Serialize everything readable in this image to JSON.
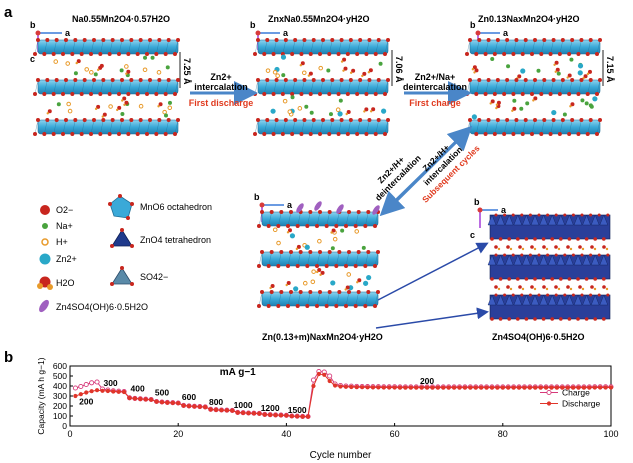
{
  "panel_a": {
    "label": "a",
    "structures": {
      "s1": {
        "formula": "Na0.55Mn2O4·0.57H2O",
        "spacing": "7.25 Å"
      },
      "s2": {
        "formula": "ZnxNa0.55Mn2O4·yH2O",
        "spacing": "7.06 Å"
      },
      "s3": {
        "formula": "Zn0.13NaxMn2O4·yH2O",
        "spacing": "7.15 Å"
      },
      "s4": {
        "formula": "Zn(0.13+m)NaxMn2O4·yH2O"
      },
      "s5": {
        "formula": "Zn4SO4(OH)6·0.5H2O"
      }
    },
    "axes": {
      "b": "b",
      "a": "a",
      "c": "c"
    },
    "arrows": {
      "first_discharge": {
        "line1": "Zn2+",
        "line2": "intercalation",
        "caption": "First discharge"
      },
      "first_charge": {
        "line1": "Zn2+/Na+",
        "line2": "deintercalation",
        "caption": "First charge"
      },
      "diag_deint": {
        "line1": "Zn2+/H+",
        "line2": "deintercalation"
      },
      "diag_int": {
        "line1": "Zn2+/H+",
        "line2": "intercalation",
        "caption": "Subsequent cycles"
      }
    },
    "legend": {
      "o2": "O2−",
      "na": "Na+",
      "h": "H+",
      "zn": "Zn2+",
      "h2o": "H2O",
      "zhs": "Zn4SO4(OH)6·0.5H2O",
      "mno6": "MnO6 octahedron",
      "zno4": "ZnO4 tetrahedron",
      "so4": "SO42−"
    }
  },
  "panel_b": {
    "label": "b",
    "chart_data": {
      "type": "line",
      "xlabel": "Cycle number",
      "ylabel": "Capacity (mA h g−1)",
      "xlim": [
        0,
        100
      ],
      "ylim": [
        0,
        600
      ],
      "xticks": [
        0,
        20,
        40,
        60,
        80,
        100
      ],
      "yticks": [
        0,
        100,
        200,
        300,
        400,
        500,
        600
      ],
      "unit_label": "mA g−1",
      "legend_position": "right",
      "rate_labels": [
        {
          "text": "200",
          "x": 3,
          "y": 215
        },
        {
          "text": "300",
          "x": 7.5,
          "y": 400
        },
        {
          "text": "400",
          "x": 12.5,
          "y": 345
        },
        {
          "text": "500",
          "x": 17,
          "y": 305
        },
        {
          "text": "600",
          "x": 22,
          "y": 258
        },
        {
          "text": "800",
          "x": 27,
          "y": 210
        },
        {
          "text": "1000",
          "x": 32,
          "y": 178
        },
        {
          "text": "1200",
          "x": 37,
          "y": 152
        },
        {
          "text": "1500",
          "x": 42,
          "y": 130
        },
        {
          "text": "200",
          "x": 66,
          "y": 418
        }
      ],
      "x": [
        1,
        2,
        3,
        4,
        5,
        6,
        7,
        8,
        9,
        10,
        11,
        12,
        13,
        14,
        15,
        16,
        17,
        18,
        19,
        20,
        21,
        22,
        23,
        24,
        25,
        26,
        27,
        28,
        29,
        30,
        31,
        32,
        33,
        34,
        35,
        36,
        37,
        38,
        39,
        40,
        41,
        42,
        43,
        44,
        45,
        46,
        47,
        48,
        49,
        50,
        51,
        52,
        53,
        54,
        55,
        56,
        57,
        58,
        59,
        60,
        61,
        62,
        63,
        64,
        65,
        66,
        67,
        68,
        69,
        70,
        71,
        72,
        73,
        74,
        75,
        76,
        77,
        78,
        79,
        80,
        81,
        82,
        83,
        84,
        85,
        86,
        87,
        88,
        89,
        90,
        91,
        92,
        93,
        94,
        95,
        96,
        97,
        98,
        99,
        100
      ],
      "series": [
        {
          "name": "Charge",
          "color": "#d63a7a",
          "values": [
            380,
            395,
            415,
            432,
            440,
            370,
            360,
            352,
            348,
            345,
            282,
            276,
            272,
            268,
            265,
            245,
            240,
            236,
            233,
            230,
            206,
            201,
            197,
            194,
            191,
            167,
            163,
            160,
            158,
            156,
            136,
            133,
            130,
            128,
            126,
            116,
            113,
            111,
            109,
            107,
            100,
            98,
            96,
            95,
            460,
            545,
            540,
            500,
            420,
            405,
            400,
            398,
            396,
            395,
            394,
            393,
            393,
            392,
            392,
            392,
            391,
            391,
            391,
            391,
            391,
            391,
            391,
            391,
            391,
            391,
            391,
            391,
            391,
            391,
            391,
            391,
            391,
            391,
            391,
            391,
            391,
            391,
            391,
            391,
            391,
            391,
            391,
            391,
            391,
            391,
            391,
            391,
            391,
            391,
            391,
            391,
            392,
            392,
            392,
            392
          ]
        },
        {
          "name": "Discharge",
          "color": "#e0352a",
          "values": [
            300,
            318,
            335,
            348,
            358,
            352,
            350,
            345,
            342,
            340,
            280,
            275,
            270,
            266,
            263,
            243,
            238,
            234,
            231,
            228,
            204,
            199,
            195,
            192,
            189,
            165,
            161,
            158,
            156,
            154,
            134,
            131,
            128,
            126,
            124,
            114,
            111,
            109,
            107,
            105,
            98,
            96,
            94,
            93,
            400,
            520,
            512,
            450,
            405,
            395,
            392,
            390,
            389,
            388,
            387,
            386,
            386,
            385,
            385,
            385,
            384,
            384,
            384,
            384,
            384,
            384,
            384,
            384,
            384,
            384,
            384,
            384,
            384,
            384,
            384,
            384,
            384,
            384,
            384,
            384,
            384,
            384,
            384,
            384,
            384,
            384,
            384,
            384,
            384,
            384,
            384,
            384,
            384,
            384,
            384,
            384,
            385,
            385,
            385,
            385
          ]
        }
      ]
    }
  },
  "colors": {
    "mno6": "#3aa9d8",
    "zno4": "#1f3a8c",
    "oxygen": "#c8261e",
    "sodium": "#49a33e",
    "zinc": "#29a8c8",
    "hydrogen": "#e89a2a",
    "zhs": "#a060c0",
    "arrow": "#4a86c8",
    "red_text": "#e03a1e"
  }
}
